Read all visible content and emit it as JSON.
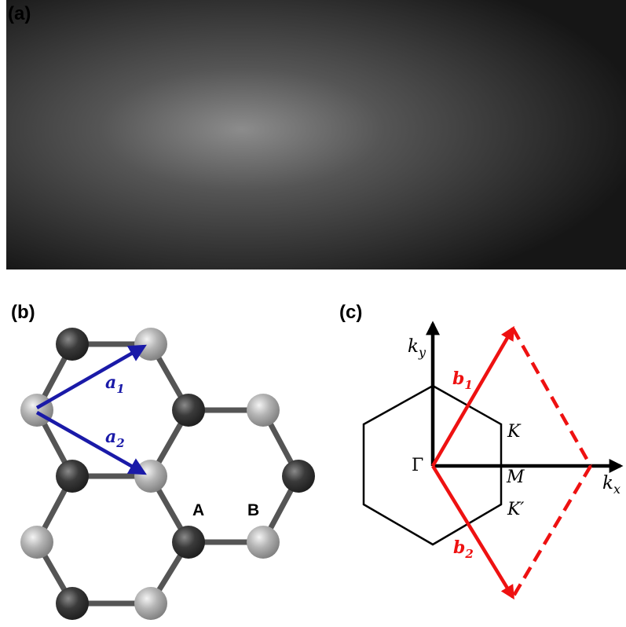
{
  "panels": {
    "a": {
      "label": "(a)"
    },
    "b": {
      "label": "(b)",
      "vector_a1": {
        "sym": "a",
        "sub": "1"
      },
      "vector_a2": {
        "sym": "a",
        "sub": "2"
      },
      "site_A": "A",
      "site_B": "B"
    },
    "c": {
      "label": "(c)",
      "axis_kx": {
        "sym": "k",
        "sub": "x"
      },
      "axis_ky": {
        "sym": "k",
        "sub": "y"
      },
      "vector_b1": {
        "sym": "b",
        "sub": "1"
      },
      "vector_b2": {
        "sym": "b",
        "sub": "2"
      },
      "point_gamma": "Γ",
      "point_K": "K",
      "point_Kprime": "K′",
      "point_M": "M"
    }
  },
  "colors": {
    "lattice_vector": "#1a1aa8",
    "reciprocal_vector": "#ee1111",
    "atom_A": "#3a3a3a",
    "atom_B": "#a8a8a8",
    "axes": "#000000"
  }
}
